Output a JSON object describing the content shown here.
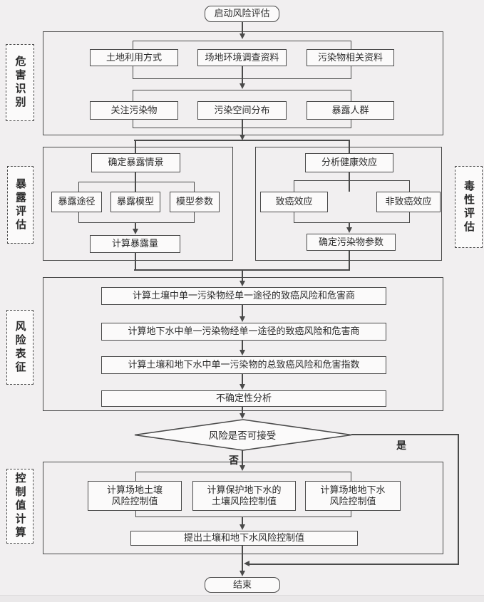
{
  "colors": {
    "line": "#4a4a4a",
    "bg": "#f1eff0",
    "box": "#fbfafa",
    "strip": "#eae8e9"
  },
  "flow": {
    "start_label": "启动风险评估",
    "end_label": "结束",
    "stages": {
      "hazard_label": "危害识别",
      "exposure_label": "暴露评估",
      "toxicity_label": "毒性评估",
      "characterization_label": "风险表征",
      "control_label": "控制值计算"
    },
    "hazard": {
      "row1": [
        "土地利用方式",
        "场地环境调查资料",
        "污染物相关资料"
      ],
      "row2": [
        "关注污染物",
        "污染空间分布",
        "暴露人群"
      ]
    },
    "exposure": {
      "header": "确定暴露情景",
      "items": [
        "暴露途径",
        "暴露模型",
        "模型参数"
      ],
      "result": "计算暴露量"
    },
    "toxicity": {
      "header": "分析健康效应",
      "items": [
        "致癌效应",
        "非致癌效应"
      ],
      "result": "确定污染物参数"
    },
    "characterization": {
      "rows": [
        "计算土壤中单一污染物经单一途径的致癌风险和危害商",
        "计算地下水中单一污染物经单一途径的致癌风险和危害商",
        "计算土壤和地下水中单一污染物的总致癌风险和危害指数",
        "不确定性分析"
      ]
    },
    "decision": {
      "question": "风险是否可接受",
      "yes": "是",
      "no": "否"
    },
    "control": {
      "boxes": [
        "计算场地土壤\n风险控制值",
        "计算保护地下水的\n土壤风险控制值",
        "计算场地地下水\n风险控制值"
      ],
      "result": "提出土壤和地下水风险控制值"
    }
  }
}
